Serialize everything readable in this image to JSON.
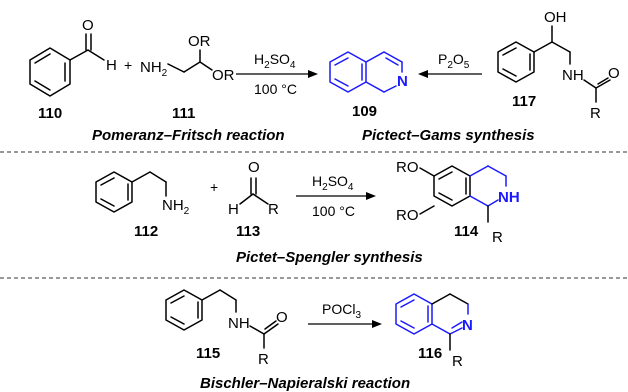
{
  "section1": {
    "compound_110": "110",
    "compound_111": "111",
    "compound_109": "109",
    "compound_117": "117",
    "plus": "+",
    "reagent_left": "H2SO4",
    "condition_left": "100 °C",
    "reagent_right": "P2O5",
    "reaction_left": "Pomeranz–Fritsch reaction",
    "reaction_right": "Pictect–Gams synthesis",
    "atoms": {
      "O": "O",
      "H": "H",
      "NH2": "NH2",
      "OR": "OR",
      "N": "N",
      "OH": "OH",
      "NH": "NH",
      "R": "R"
    }
  },
  "section2": {
    "compound_112": "112",
    "compound_113": "113",
    "compound_114": "114",
    "plus": "+",
    "reagent": "H2SO4",
    "condition": "100 °C",
    "reaction": "Pictet–Spengler synthesis",
    "atoms": {
      "NH2": "NH2",
      "O": "O",
      "H": "H",
      "R": "R",
      "RO": "RO",
      "NH": "NH"
    }
  },
  "section3": {
    "compound_115": "115",
    "compound_116": "116",
    "reagent": "POCl3",
    "reaction": "Bischler–Napieralski reaction",
    "atoms": {
      "NH": "NH",
      "O": "O",
      "R": "R",
      "N": "N"
    }
  },
  "colors": {
    "product_highlight": "#1a1aff",
    "ink": "#000000"
  }
}
